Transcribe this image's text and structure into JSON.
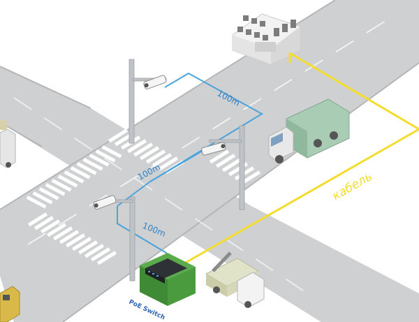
{
  "labels": {
    "distance_top": "100m",
    "distance_middle": "100m",
    "distance_bottom": "100m",
    "cable": "кабель",
    "switch": "PoE Switch"
  },
  "colors": {
    "background": "#ffffff",
    "road": "#cfd0d1",
    "road_edge": "#b4b5b7",
    "crosswalk": "#ffffff",
    "blue_link": "#4ba3dc",
    "cable_yellow": "#f4dc2c",
    "switch_box": "#4a9a3e",
    "switch_label": "#2f66b3"
  },
  "icons": [
    "building-icon",
    "camera-icon",
    "pole-icon",
    "garbage-truck-icon",
    "crane-truck-icon",
    "poe-switch-icon"
  ]
}
